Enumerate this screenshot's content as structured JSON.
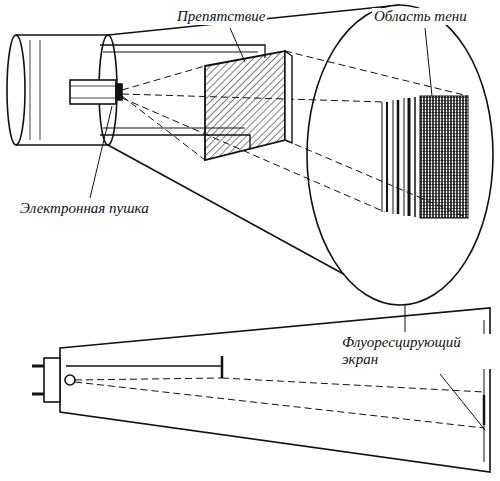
{
  "diagram": {
    "labels": [
      "Препятствие",
      "Область тени",
      "Электронная пушка",
      "Флуоресцирующий экран"
    ]
  }
}
